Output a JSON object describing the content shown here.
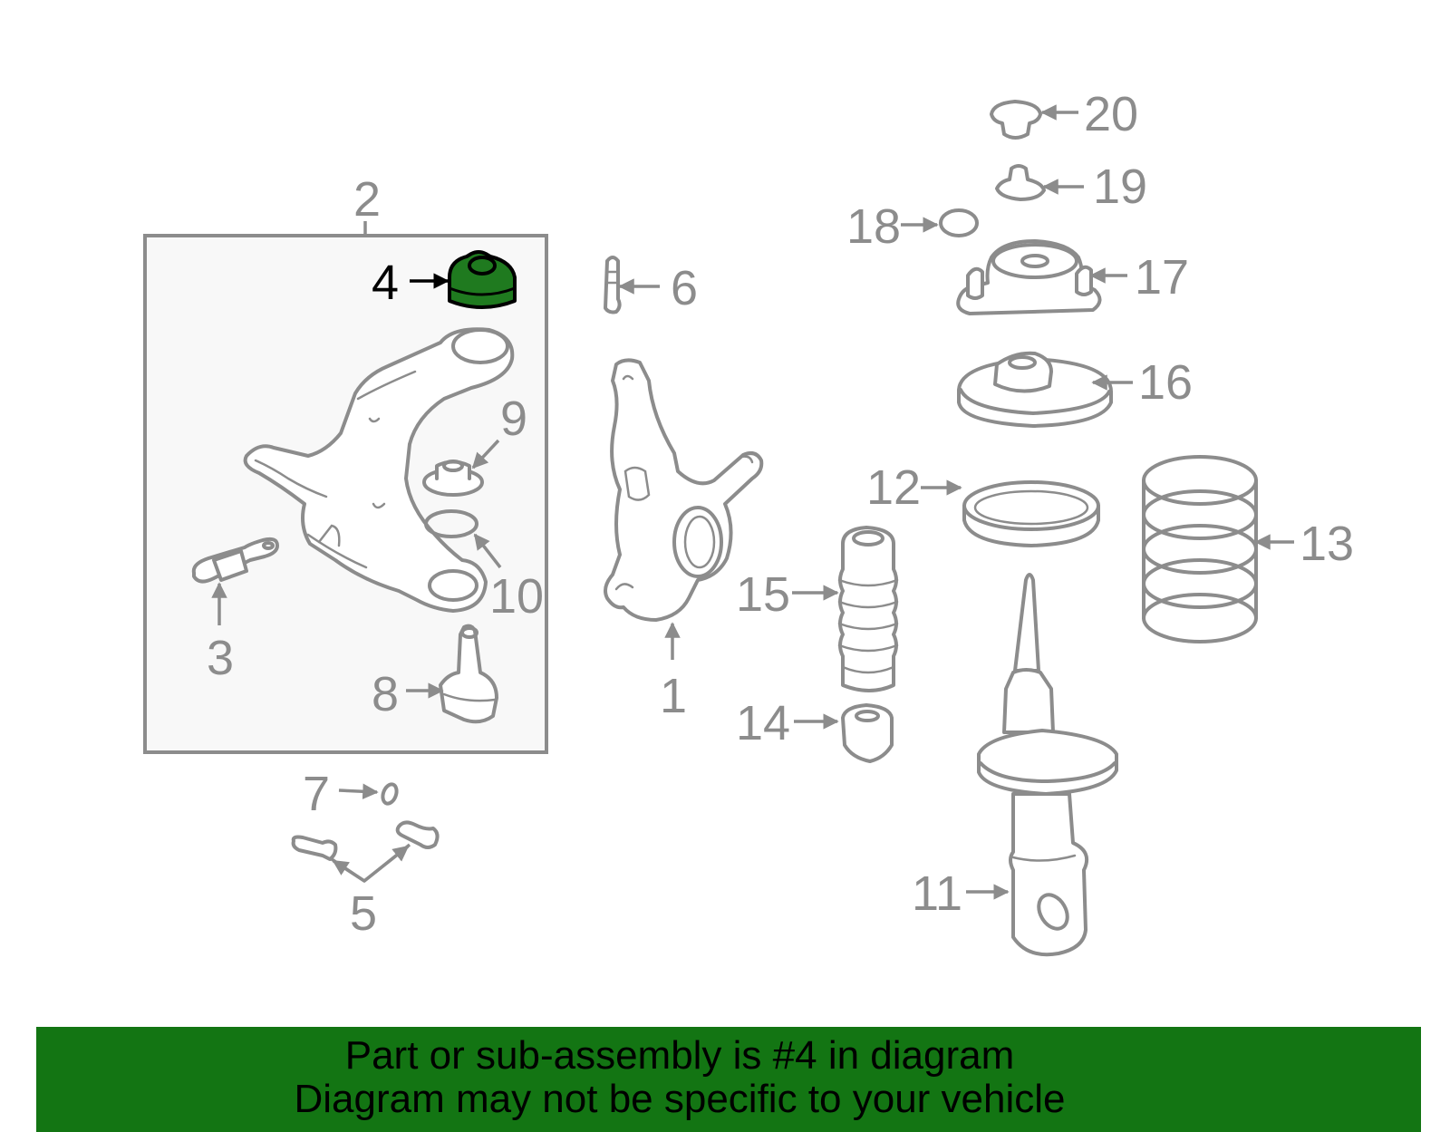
{
  "callouts": {
    "c1": "1",
    "c2": "2",
    "c3": "3",
    "c4": "4",
    "c5": "5",
    "c6": "6",
    "c7": "7",
    "c8": "8",
    "c9": "9",
    "c10": "10",
    "c11": "11",
    "c12": "12",
    "c13": "13",
    "c14": "14",
    "c15": "15",
    "c16": "16",
    "c17": "17",
    "c18": "18",
    "c19": "19",
    "c20": "20"
  },
  "highlighted_part": "4",
  "colors": {
    "highlight_fill": "#1f7a1f",
    "footer_background": "#137513",
    "line_gray": "#8c8c8c"
  },
  "footer": {
    "line1": "Part or sub-assembly is #4 in diagram",
    "line2": "Diagram may not be specific to your vehicle"
  }
}
